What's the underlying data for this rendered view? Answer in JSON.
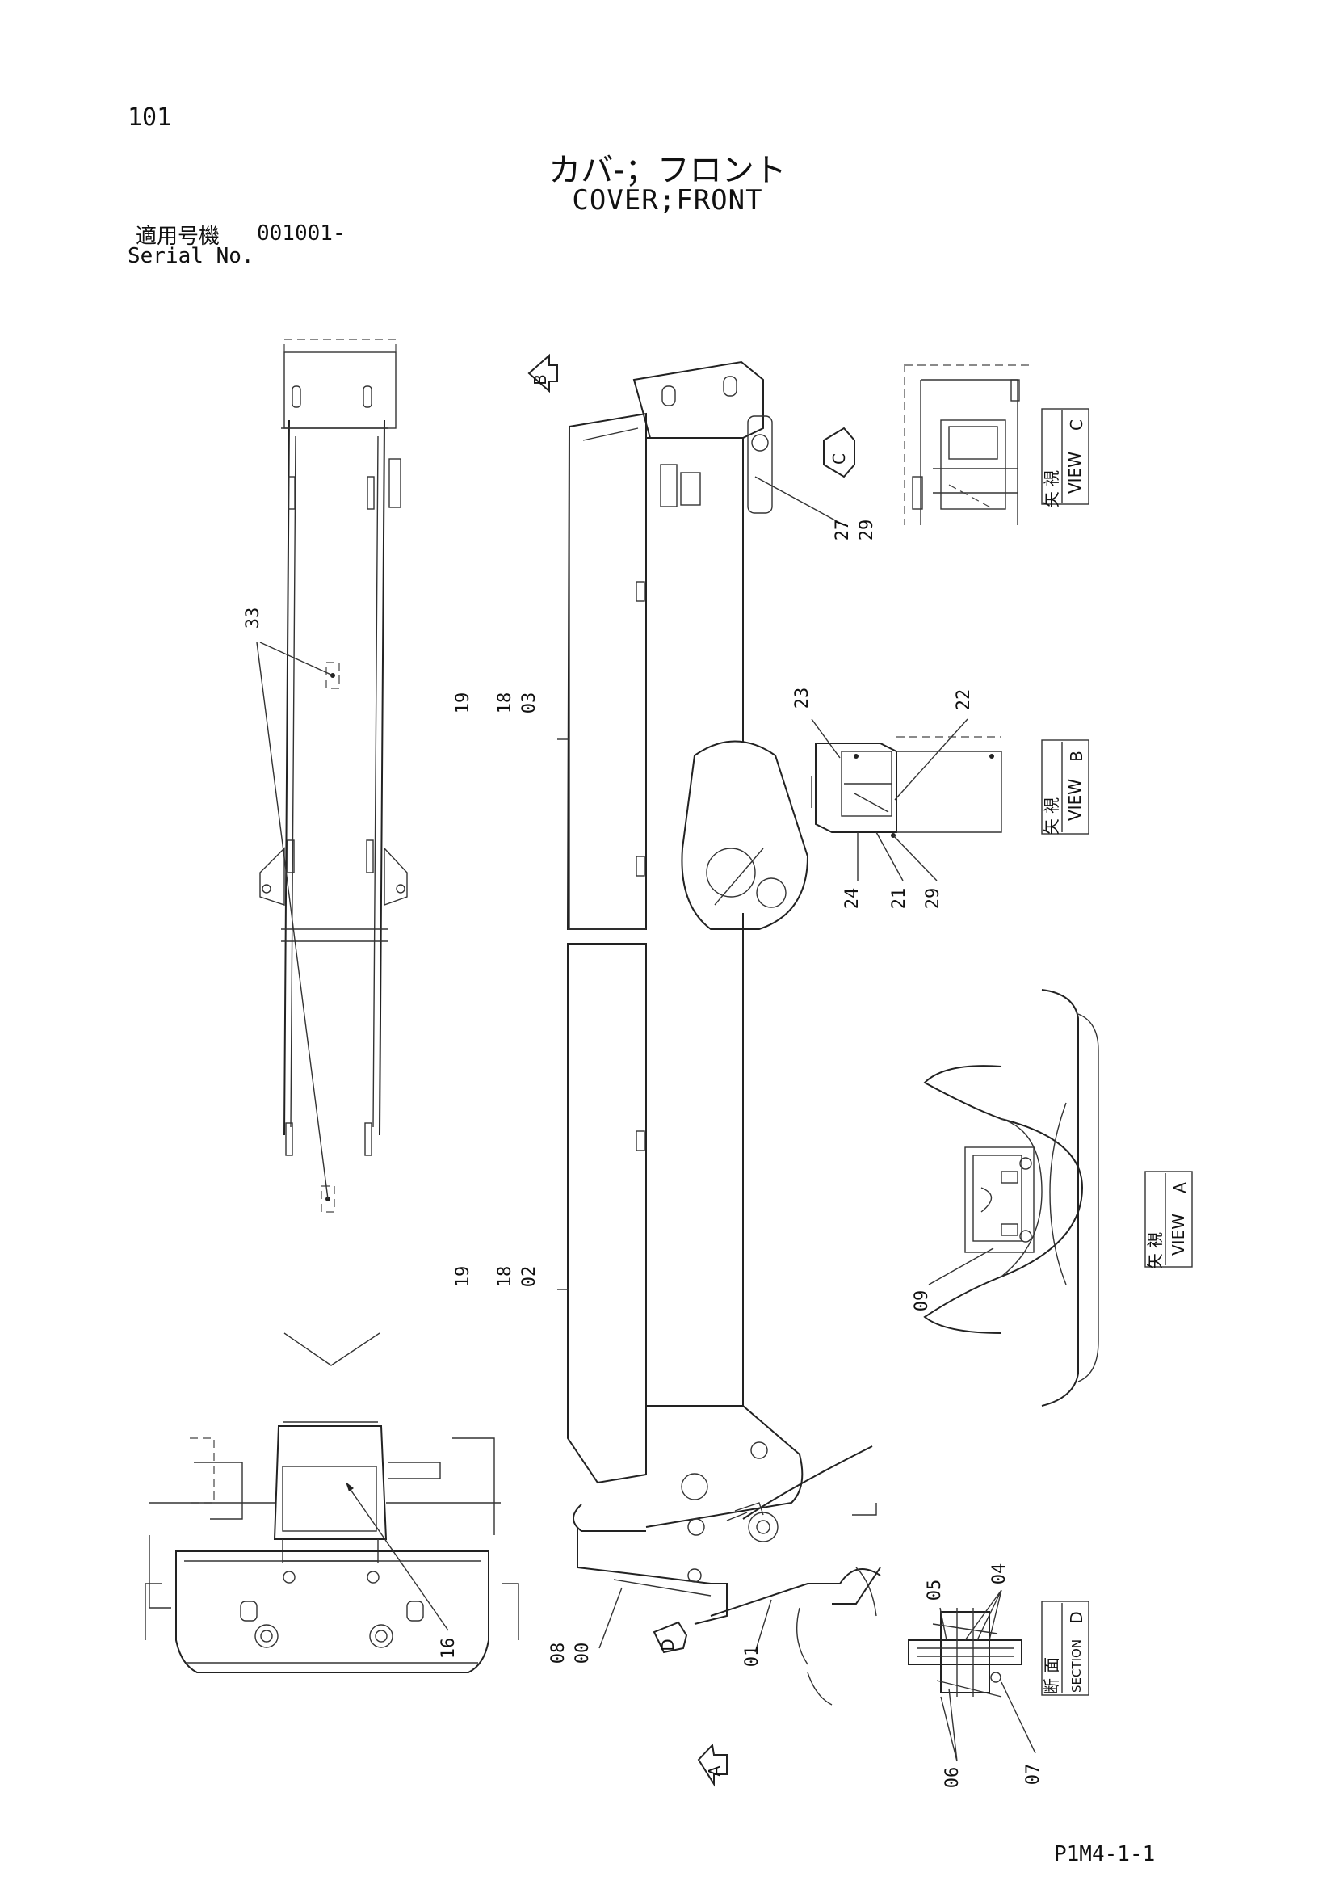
{
  "header": {
    "page_number": "101",
    "title_jp": "カバ-；フロント",
    "title_en": "COVER;FRONT",
    "serial_label_jp": "適用号機",
    "serial_number": "001001-",
    "serial_label_en": "Serial No."
  },
  "footer": {
    "doc_code": "P1M4-1-1"
  },
  "views": {
    "view_c": {
      "letter": "C",
      "jp": "矢 視",
      "en": "VIEW"
    },
    "view_b": {
      "letter": "B",
      "jp": "矢 視",
      "en": "VIEW"
    },
    "view_a": {
      "letter": "A",
      "jp": "矢 視",
      "en": "VIEW"
    },
    "section_d": {
      "letter": "D",
      "jp": "断 面",
      "en": "SECTION"
    }
  },
  "arrow_markers": {
    "b": "B",
    "c": "C",
    "d": "D",
    "a": "A"
  },
  "part_labels": {
    "p33": "33",
    "p16": "16",
    "stack_03": [
      "19",
      "18",
      "03"
    ],
    "stack_02": [
      "19",
      "18",
      "02"
    ],
    "stack_08": [
      "08",
      "00"
    ],
    "p01": "01",
    "stack_27": [
      "27",
      "29"
    ],
    "p23": "23",
    "p22": "22",
    "p24": "24",
    "p21": "21",
    "p29": "29",
    "p09": "09",
    "p05": "05",
    "p04": "04",
    "p06": "06",
    "p07": "07"
  }
}
